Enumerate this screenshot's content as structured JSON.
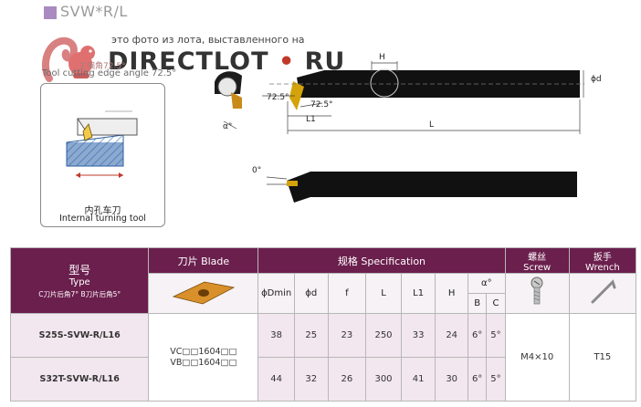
{
  "header": {
    "title": "SVW*R/L",
    "watermark_caption": "это фото из лота, выставленного на",
    "watermark_brand_left": "DIRECTLOT",
    "watermark_dot": "•",
    "watermark_brand_right": "RU",
    "cn_subtitle": "主偏角72.5°",
    "edge_angle": "Tool cutting edge angle 72.5°"
  },
  "internal_box": {
    "cn_label": "内孔车刀",
    "en_label": "Internal turning tool"
  },
  "dims": {
    "H": "H",
    "phi_d": "ϕd",
    "angle1": "72.5°",
    "angle2": "72.5°",
    "L1": "L1",
    "L": "L",
    "alpha": "α°",
    "zero": "0°"
  },
  "table": {
    "type_cn": "型号",
    "type_en": "Type",
    "type_note": "C刀片后角7°  B刀片后角5°",
    "blade_header": "刀片 Blade",
    "spec_header": "规格 Specification",
    "screw_cn": "螺丝",
    "screw_en": "Screw",
    "wrench_cn": "扳手",
    "wrench_en": "Wrench",
    "cols": {
      "dmin": "ϕDmin",
      "d": "ϕd",
      "f": "f",
      "L": "L",
      "L1": "L1",
      "H": "H",
      "alpha": "α°",
      "B": "B",
      "C": "C"
    },
    "blade_line1": "VC□□1604□□",
    "blade_line2": "VB□□1604□□",
    "screw_value": "M4×10",
    "wrench_value": "T15",
    "rows": [
      {
        "model": "S25S-SVW-R/L16",
        "dmin": "38",
        "d": "25",
        "f": "23",
        "L": "250",
        "L1": "33",
        "H": "24",
        "B": "6°",
        "C": "5°"
      },
      {
        "model": "S32T-SVW-R/L16",
        "dmin": "44",
        "d": "32",
        "f": "26",
        "L": "300",
        "L1": "41",
        "H": "30",
        "B": "6°",
        "C": "5°"
      }
    ]
  }
}
